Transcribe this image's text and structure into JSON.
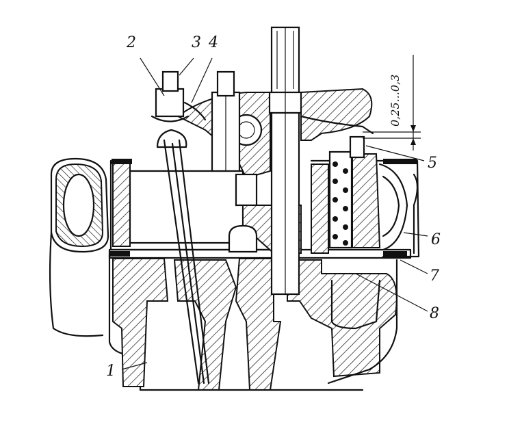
{
  "callouts": [
    {
      "id": "1",
      "text": "1"
    },
    {
      "id": "2",
      "text": "2"
    },
    {
      "id": "3",
      "text": "3"
    },
    {
      "id": "4",
      "text": "4"
    },
    {
      "id": "5",
      "text": "5"
    },
    {
      "id": "6",
      "text": "6"
    },
    {
      "id": "7",
      "text": "7"
    },
    {
      "id": "8",
      "text": "8"
    }
  ],
  "dimension": {
    "text": "0,25...0,3"
  }
}
